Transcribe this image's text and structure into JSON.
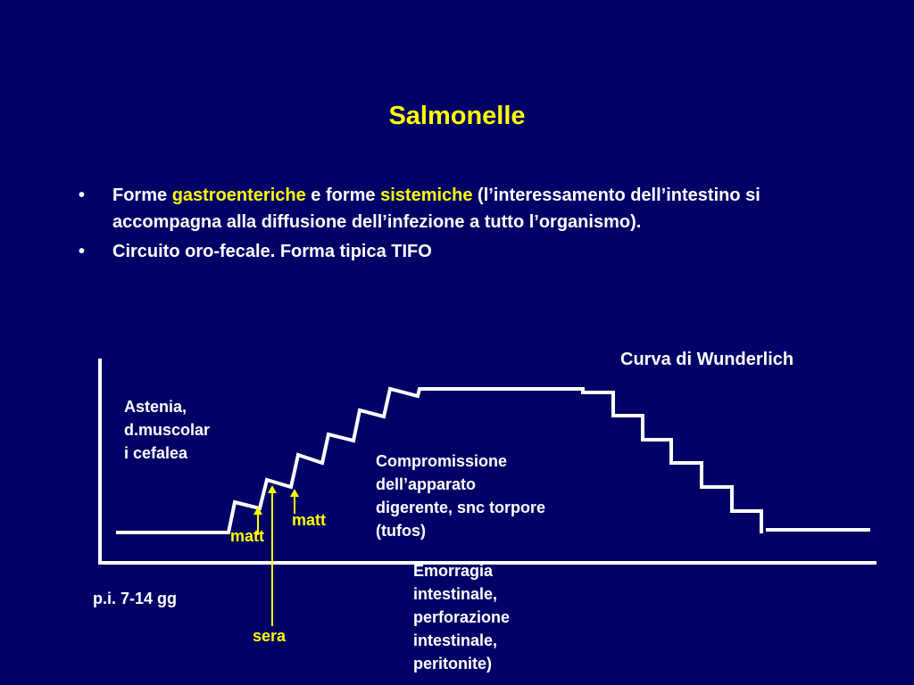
{
  "title": "Salmonelle",
  "bullets": [
    {
      "pre": "Forme ",
      "hl1": "gastroenteriche",
      "mid": " e forme ",
      "hl2": "sistemiche",
      "post": " (l’interessamento dell’intestino si accompagna alla diffusione dell’infezione a tutto l’organismo)."
    },
    {
      "text": "Circuito oro-fecale. Forma tipica TIFO"
    }
  ],
  "bullet_symbol": "•",
  "diagram": {
    "curve_title": "Curva di Wunderlich",
    "symptoms_early": [
      "Astenia,",
      "d.muscolar",
      "i cefalea"
    ],
    "symptoms_mid": [
      "Compromissione",
      "dell’apparato",
      "digerente, snc torpore",
      "(tufos)"
    ],
    "symptoms_late": [
      "Emorragia",
      "intestinale,",
      "perforazione",
      "intestinale,",
      "peritonite)"
    ],
    "incubation": "p.i. 7-14 gg",
    "marker_matt_1": "matt",
    "marker_matt_2": "matt",
    "marker_sera": "sera"
  },
  "colors": {
    "background": "#000066",
    "title": "#ffff00",
    "highlight": "#ffff00",
    "text": "#ffffff",
    "arrow": "#ffff00"
  }
}
